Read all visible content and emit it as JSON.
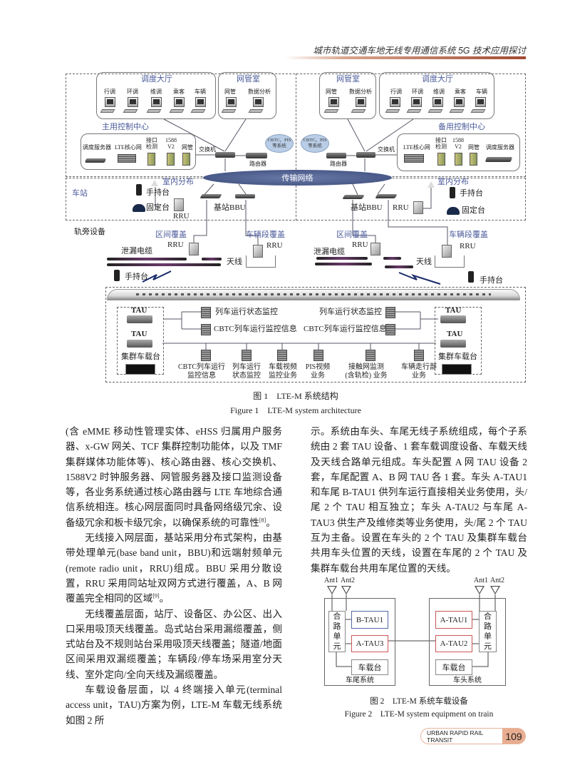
{
  "header": {
    "running_title": "城市轨道交通车地无线专用通信系统 5G 技术应用探讨"
  },
  "figure1": {
    "left_center": {
      "hall_title": "调度大厅",
      "hall_stations": [
        "行调",
        "环调",
        "维调",
        "乘客",
        "车辆"
      ],
      "nms_title": "网管室",
      "nms_stations": [
        "网管",
        "数据分析"
      ],
      "center_label": "主用控制中心",
      "equipment": [
        "调度服务器",
        "LTE核心网",
        "接口检测",
        "1588 V2",
        "网管"
      ],
      "switch": "交换机",
      "router": "路由器",
      "cloud": "CBTC、PIS 等系统"
    },
    "right_center": {
      "hall_title": "调度大厅",
      "hall_stations": [
        "行调",
        "环调",
        "维调",
        "乘客",
        "车辆"
      ],
      "nms_title": "网管室",
      "nms_stations": [
        "网管",
        "数据分析"
      ],
      "center_label": "备用控制中心",
      "equipment": [
        "LTE核心网",
        "接口检测",
        "1588 V2",
        "网管",
        "调度服务器"
      ],
      "switch": "交换机",
      "router": "路由器",
      "cloud": "CBTC、PIS 等系统"
    },
    "transport": "传输网络",
    "station": {
      "label": "车站",
      "indoor": "室内分布",
      "handheld": "手持台",
      "fixed": "固定台",
      "rru": "RRU",
      "bbu": "基站BBU"
    },
    "trackside": {
      "label": "轨旁设备",
      "section": "区间覆盖",
      "depot": "车辆段覆盖",
      "rru": "RRU",
      "cable": "泄漏电缆",
      "antenna": "天线",
      "handheld": "手持台"
    },
    "train": {
      "tau": "TAU",
      "trunk_radio": "集群车载台",
      "upper_services": [
        "列车运行状态监控",
        "CBTC列车运行监控信息"
      ],
      "lower_services": [
        [
          "CBTC列车运行",
          "监控信息"
        ],
        [
          "列车运行",
          "状态监控"
        ],
        [
          "车载视频",
          "监控业务"
        ],
        [
          "PIS视频",
          "业务"
        ],
        [
          "接触网监测",
          "(含轨检) 业务"
        ],
        [
          "车辆走行部",
          "业务"
        ]
      ]
    },
    "caption_cn": "图 1　LTE-M 系统结构",
    "caption_en": "Figure 1　LTE-M system architecture"
  },
  "body": {
    "left": [
      {
        "text": "(含 eMME 移动性管理实体、eHSS 归属用户服务器、x-GW 网关、TCF 集群控制功能体，以及 TMF 集群媒体功能体等)、核心路由器、核心交换机、1588V2 时钟服务器、网管服务器及接口监测设备等，各业务系统通过核心路由器与 LTE 车地综合通信系统相连。核心网层面同时具备网络级冗余、设备级冗余和板卡级冗余，以确保系统的可靠性",
        "ref": "[8]",
        "end": "。"
      },
      {
        "text": "无线接入网层面，基站采用分布式架构，由基带处理单元(base band unit，BBU)和远端射频单元(remote radio unit，RRU)组成。BBU 采用分散设置，RRU 采用同站址双网方式进行覆盖，A、B 网覆盖完全相同的区域",
        "ref": "[9]",
        "end": "。"
      },
      {
        "text": "无线覆盖层面，站厅、设备区、办公区、出入口采用吸顶天线覆盖。岛式站台采用漏缆覆盖，侧式站台及不规则站台采用吸顶天线覆盖；隧道/地面区间采用双漏缆覆盖；车辆段/停车场采用室分天线、室外定向/全向天线及漏缆覆盖。"
      },
      {
        "text": "车载设备层面，以 4 终端接入单元(terminal access unit，TAU)方案为例，LTE-M 车载无线系统如图 2 所"
      }
    ],
    "right": [
      {
        "text": "示。系统由车头、车尾无线子系统组成，每个子系统由 2 套 TAU 设备、1 套车载调度设备、车载天线及天线合路单元组成。车头配置 A 网 TAU 设备 2 套，车尾配置 A、B 网 TAU 各 1 套。车头 A-TAU1 和车尾 B-TAU1 供列车运行直接相关业务使用，头/尾 2 个 TAU 相互独立；车头 A-TAU2 与车尾 A-TAU3 供生产及维修类等业务使用，头/尾 2 个 TAU 互为主备。设置在车头的 2 个 TAU 及集群车载台共用车头位置的天线，设置在车尾的 2 个 TAU 及集群车载台共用车尾位置的天线。"
      }
    ]
  },
  "figure2": {
    "tail": {
      "ant1": "Ant1",
      "ant2": "Ant2",
      "combiner": "合路单元",
      "tau_top": "B-TAU1",
      "tau_bottom": "A-TAU3",
      "radio": "车载台",
      "label": "车尾系统"
    },
    "head": {
      "ant1": "Ant1",
      "ant2": "Ant2",
      "combiner": "合路单元",
      "tau_top": "A-TAU1",
      "tau_bottom": "A-TAU2",
      "radio": "车载台",
      "label": "车头系统"
    },
    "caption_cn": "图 2　LTE-M 系统车载设备",
    "caption_en": "Figure 2　LTE-M system equipment on train"
  },
  "footer": {
    "journal": "URBAN RAPID RAIL TRANSIT",
    "page": "109"
  },
  "colors": {
    "accent": "#a24a32",
    "pill": "#e8ad90",
    "diagram_label": "#4a5a9a",
    "red_box": "#cc5555",
    "blue_box": "#5566aa"
  }
}
